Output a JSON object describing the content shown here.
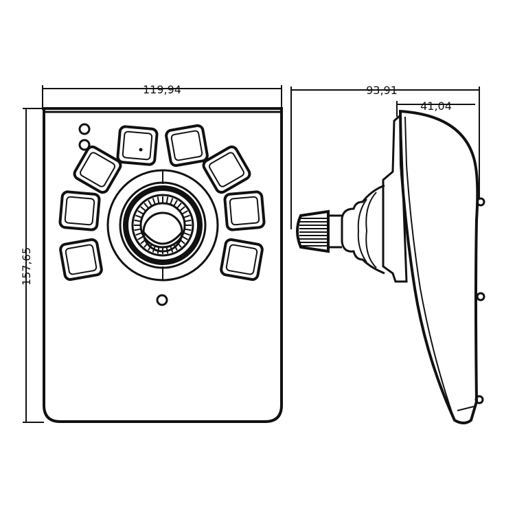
{
  "dimensions": {
    "front_width": "119,94",
    "front_height": "157,65",
    "side_depth": "93,91",
    "side_partial": "41,04"
  },
  "colors": {
    "line": "#111111",
    "background": "#ffffff"
  },
  "icons": [
    "led-indicator-icon",
    "button-key-icon",
    "joystick-icon"
  ]
}
